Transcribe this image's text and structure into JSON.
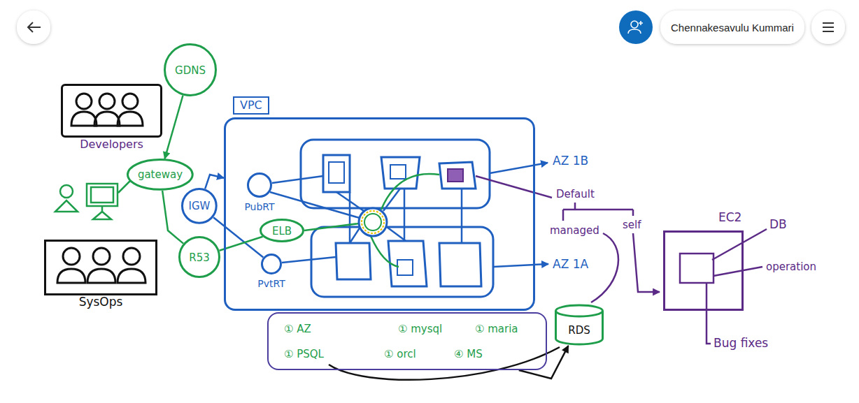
{
  "diagram": {
    "nodes": [
      {
        "text": [
          "Developers"
        ]
      },
      {
        "text": [
          "SysOps"
        ]
      },
      {
        "text": [
          "GDNS"
        ]
      },
      {
        "text": [
          "gateway"
        ]
      },
      {
        "text": [
          "R53"
        ]
      },
      {
        "text": [
          "VPC"
        ]
      },
      {
        "text": [
          "IGW"
        ]
      },
      {
        "text": [
          "PubRT"
        ],
        "in": 5
      },
      {
        "text": [
          "PvtRT"
        ],
        "in": 5
      },
      {
        "text": [
          "ELB"
        ],
        "in": 5
      },
      {
        "text": [
          "RDS"
        ]
      },
      {
        "text": [
          "EC2"
        ]
      },
      {
        "text": [
          "① AZ",
          "① mysql",
          "① maria",
          "① PSQL",
          "① orcl",
          "④ MS"
        ]
      }
    ],
    "edges": [
      {
        "from": 2,
        "to": 3,
        "arrow": "to"
      },
      {
        "from": 3,
        "to": 4,
        "arrow": "none"
      },
      {
        "from": 6,
        "to": 5,
        "arrow": "to"
      },
      {
        "from": 6,
        "to": 8,
        "arrow": "none"
      },
      {
        "from": 4,
        "to": 9,
        "arrow": "none"
      },
      {
        "from": 12,
        "to": 10,
        "arrow": "to"
      }
    ],
    "labels": [
      "Chennakesavulu Kummari",
      "AZ 1B",
      "Default",
      "self",
      "managed",
      "AZ 1A",
      "DB",
      "operation",
      "Bug fixes"
    ]
  }
}
